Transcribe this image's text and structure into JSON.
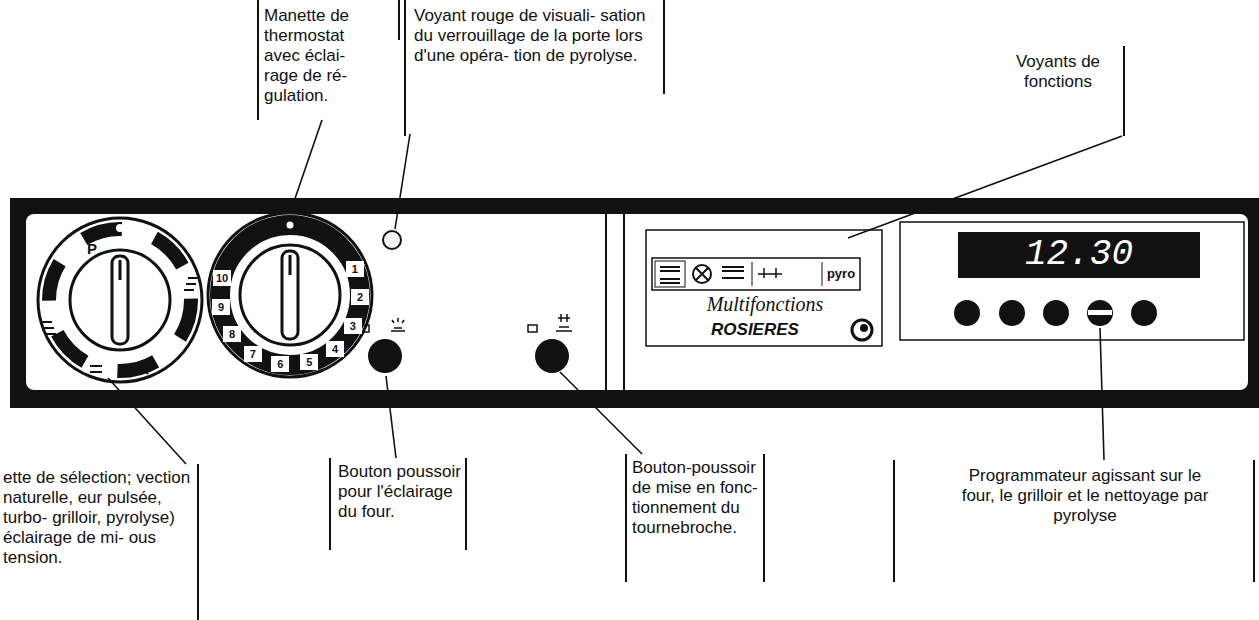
{
  "diagram": {
    "labels": [
      "Manette de thermostat avec éclai- rage de ré- gulation.",
      "Voyant rouge de visuali- sation du verrouillage de la porte lors d'une opéra- tion de pyrolyse.",
      "Voyants de fonctions",
      "ette de sélection; vection naturelle, eur pulsée, turbo- grilloir, pyrolyse) éclairage de mi- ous tension.",
      "Bouton poussoir pour l'éclairage du four.",
      "Bouton-poussoir de mise en fonc- tionnement du tournebroche.",
      "Programmateur agissant sur le four, le grilloir et le nettoyage par pyrolyse",
      "P",
      "1",
      "2",
      "3",
      "4",
      "5",
      "6",
      "7",
      "8",
      "9",
      "10",
      "pyro",
      "Multifonctions",
      "ROSIERES",
      "12.30"
    ]
  }
}
